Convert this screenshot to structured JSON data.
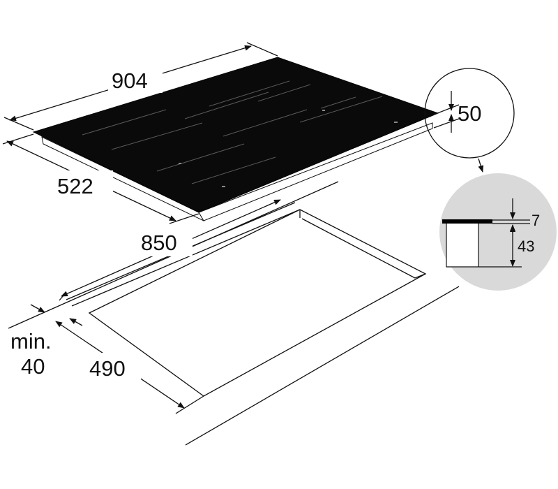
{
  "colors": {
    "line": "#111111",
    "hob_top": "#0a0a0a",
    "detail_bg": "#d9d9d9",
    "background": "#ffffff"
  },
  "dimensions": {
    "hob_width": "904",
    "hob_depth": "522",
    "hob_height": "50",
    "cutout_width": "850",
    "cutout_depth": "490",
    "min_label_line1": "min.",
    "min_label_line2": "40",
    "glass_thickness": "7",
    "body_height": "43"
  }
}
